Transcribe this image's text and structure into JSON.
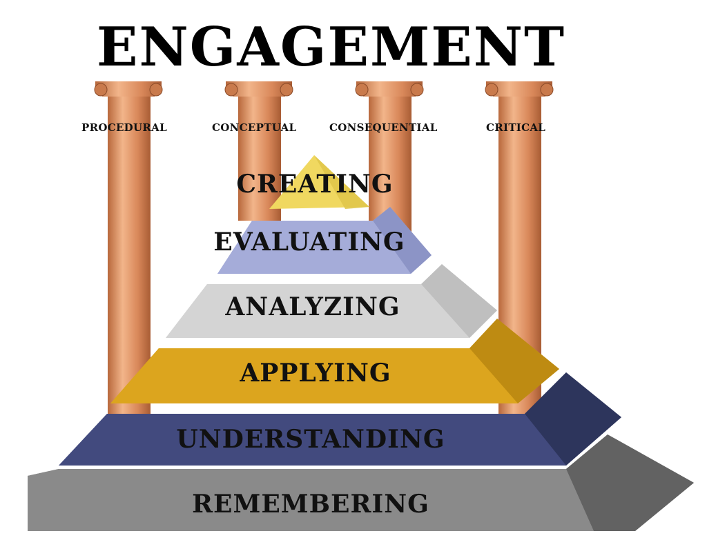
{
  "title": "ENGAGEMENT",
  "pillars": [
    {
      "label": "PROCEDURAL"
    },
    {
      "label": "CONCEPTUAL"
    },
    {
      "label": "CONSEQUENTIAL"
    },
    {
      "label": "CRITICAL"
    }
  ],
  "levels": [
    {
      "label": "CREATING",
      "color": "#f0d860"
    },
    {
      "label": "EVALUATING",
      "color": "#9fa6d6"
    },
    {
      "label": "ANALYZING",
      "color": "#cfcfcf"
    },
    {
      "label": "APPLYING",
      "color": "#d9a21a"
    },
    {
      "label": "UNDERSTANDING",
      "color": "#3b4272"
    },
    {
      "label": "REMEMBERING",
      "color": "#7a7a7a"
    }
  ],
  "colors": {
    "pillar": "#d98a5c",
    "pillar_dark": "#b86a3e",
    "pillar_light": "#f0b48a"
  }
}
